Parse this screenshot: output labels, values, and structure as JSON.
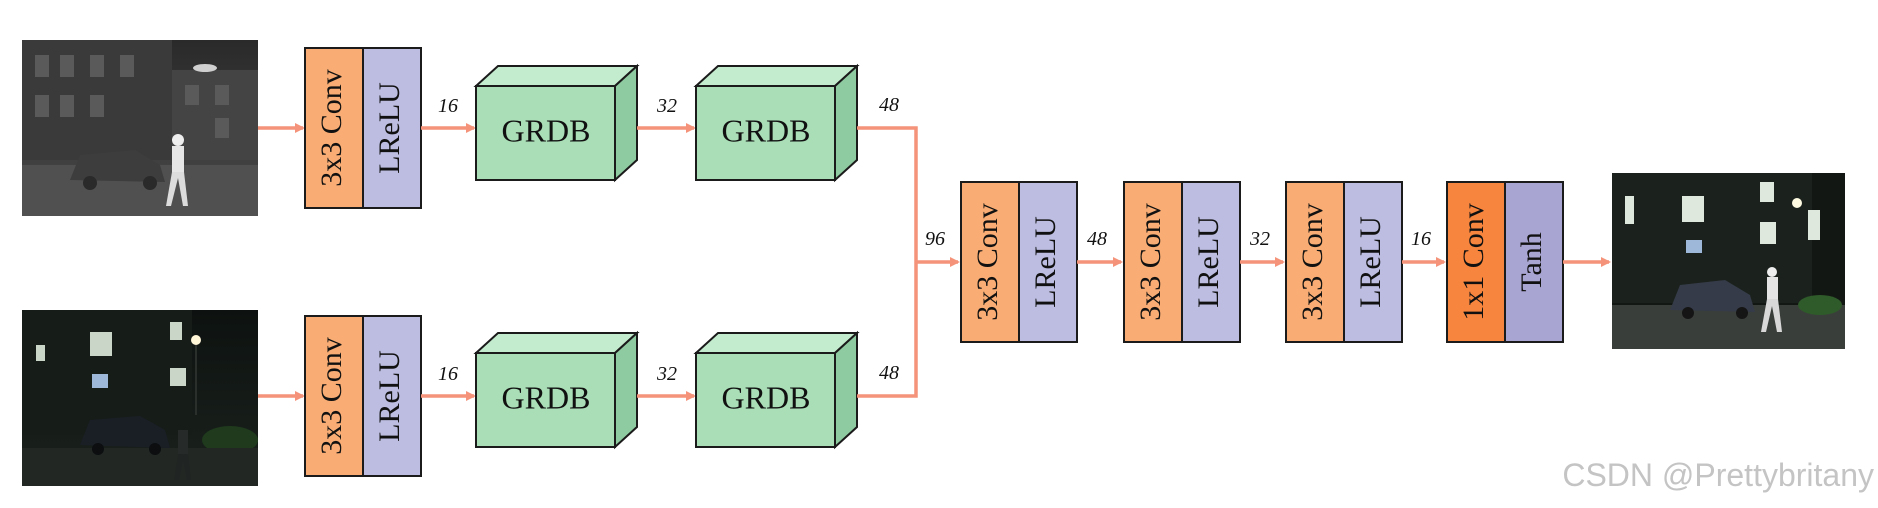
{
  "colors": {
    "arrow": "#f4937a",
    "conv_orange": "#f9ad74",
    "conv_orange_dark": "#f7853e",
    "lrelu_purple": "#bcbde1",
    "tanh_purple": "#a9a5d3",
    "grdb_front": "#a9deb6",
    "grdb_top": "#c3ebcd",
    "grdb_side": "#8ecba0",
    "stroke": "#1b1b1b"
  },
  "input_branches": [
    {
      "name": "infrared",
      "image_icon": "infrared-night-photo",
      "conv_label": "3x3 Conv",
      "act_label": "LReLU",
      "ch_after_conv": "16",
      "grdb1_label": "GRDB",
      "ch_after_grdb1": "32",
      "grdb2_label": "GRDB",
      "ch_after_grdb2": "48"
    },
    {
      "name": "visible",
      "image_icon": "visible-night-photo",
      "conv_label": "3x3 Conv",
      "act_label": "LReLU",
      "ch_after_conv": "16",
      "grdb1_label": "GRDB",
      "ch_after_grdb1": "32",
      "grdb2_label": "GRDB",
      "ch_after_grdb2": "48"
    }
  ],
  "merge_channels": "96",
  "fusion_blocks": [
    {
      "conv_label": "3x3 Conv",
      "act_label": "LReLU",
      "out_channels": "48"
    },
    {
      "conv_label": "3x3 Conv",
      "act_label": "LReLU",
      "out_channels": "32"
    },
    {
      "conv_label": "3x3 Conv",
      "act_label": "LReLU",
      "out_channels": "16"
    },
    {
      "conv_label": "1x1 Conv",
      "act_label": "Tanh",
      "out_channels": ""
    }
  ],
  "output_image_icon": "fused-night-photo",
  "watermark": "CSDN @Prettybritany"
}
